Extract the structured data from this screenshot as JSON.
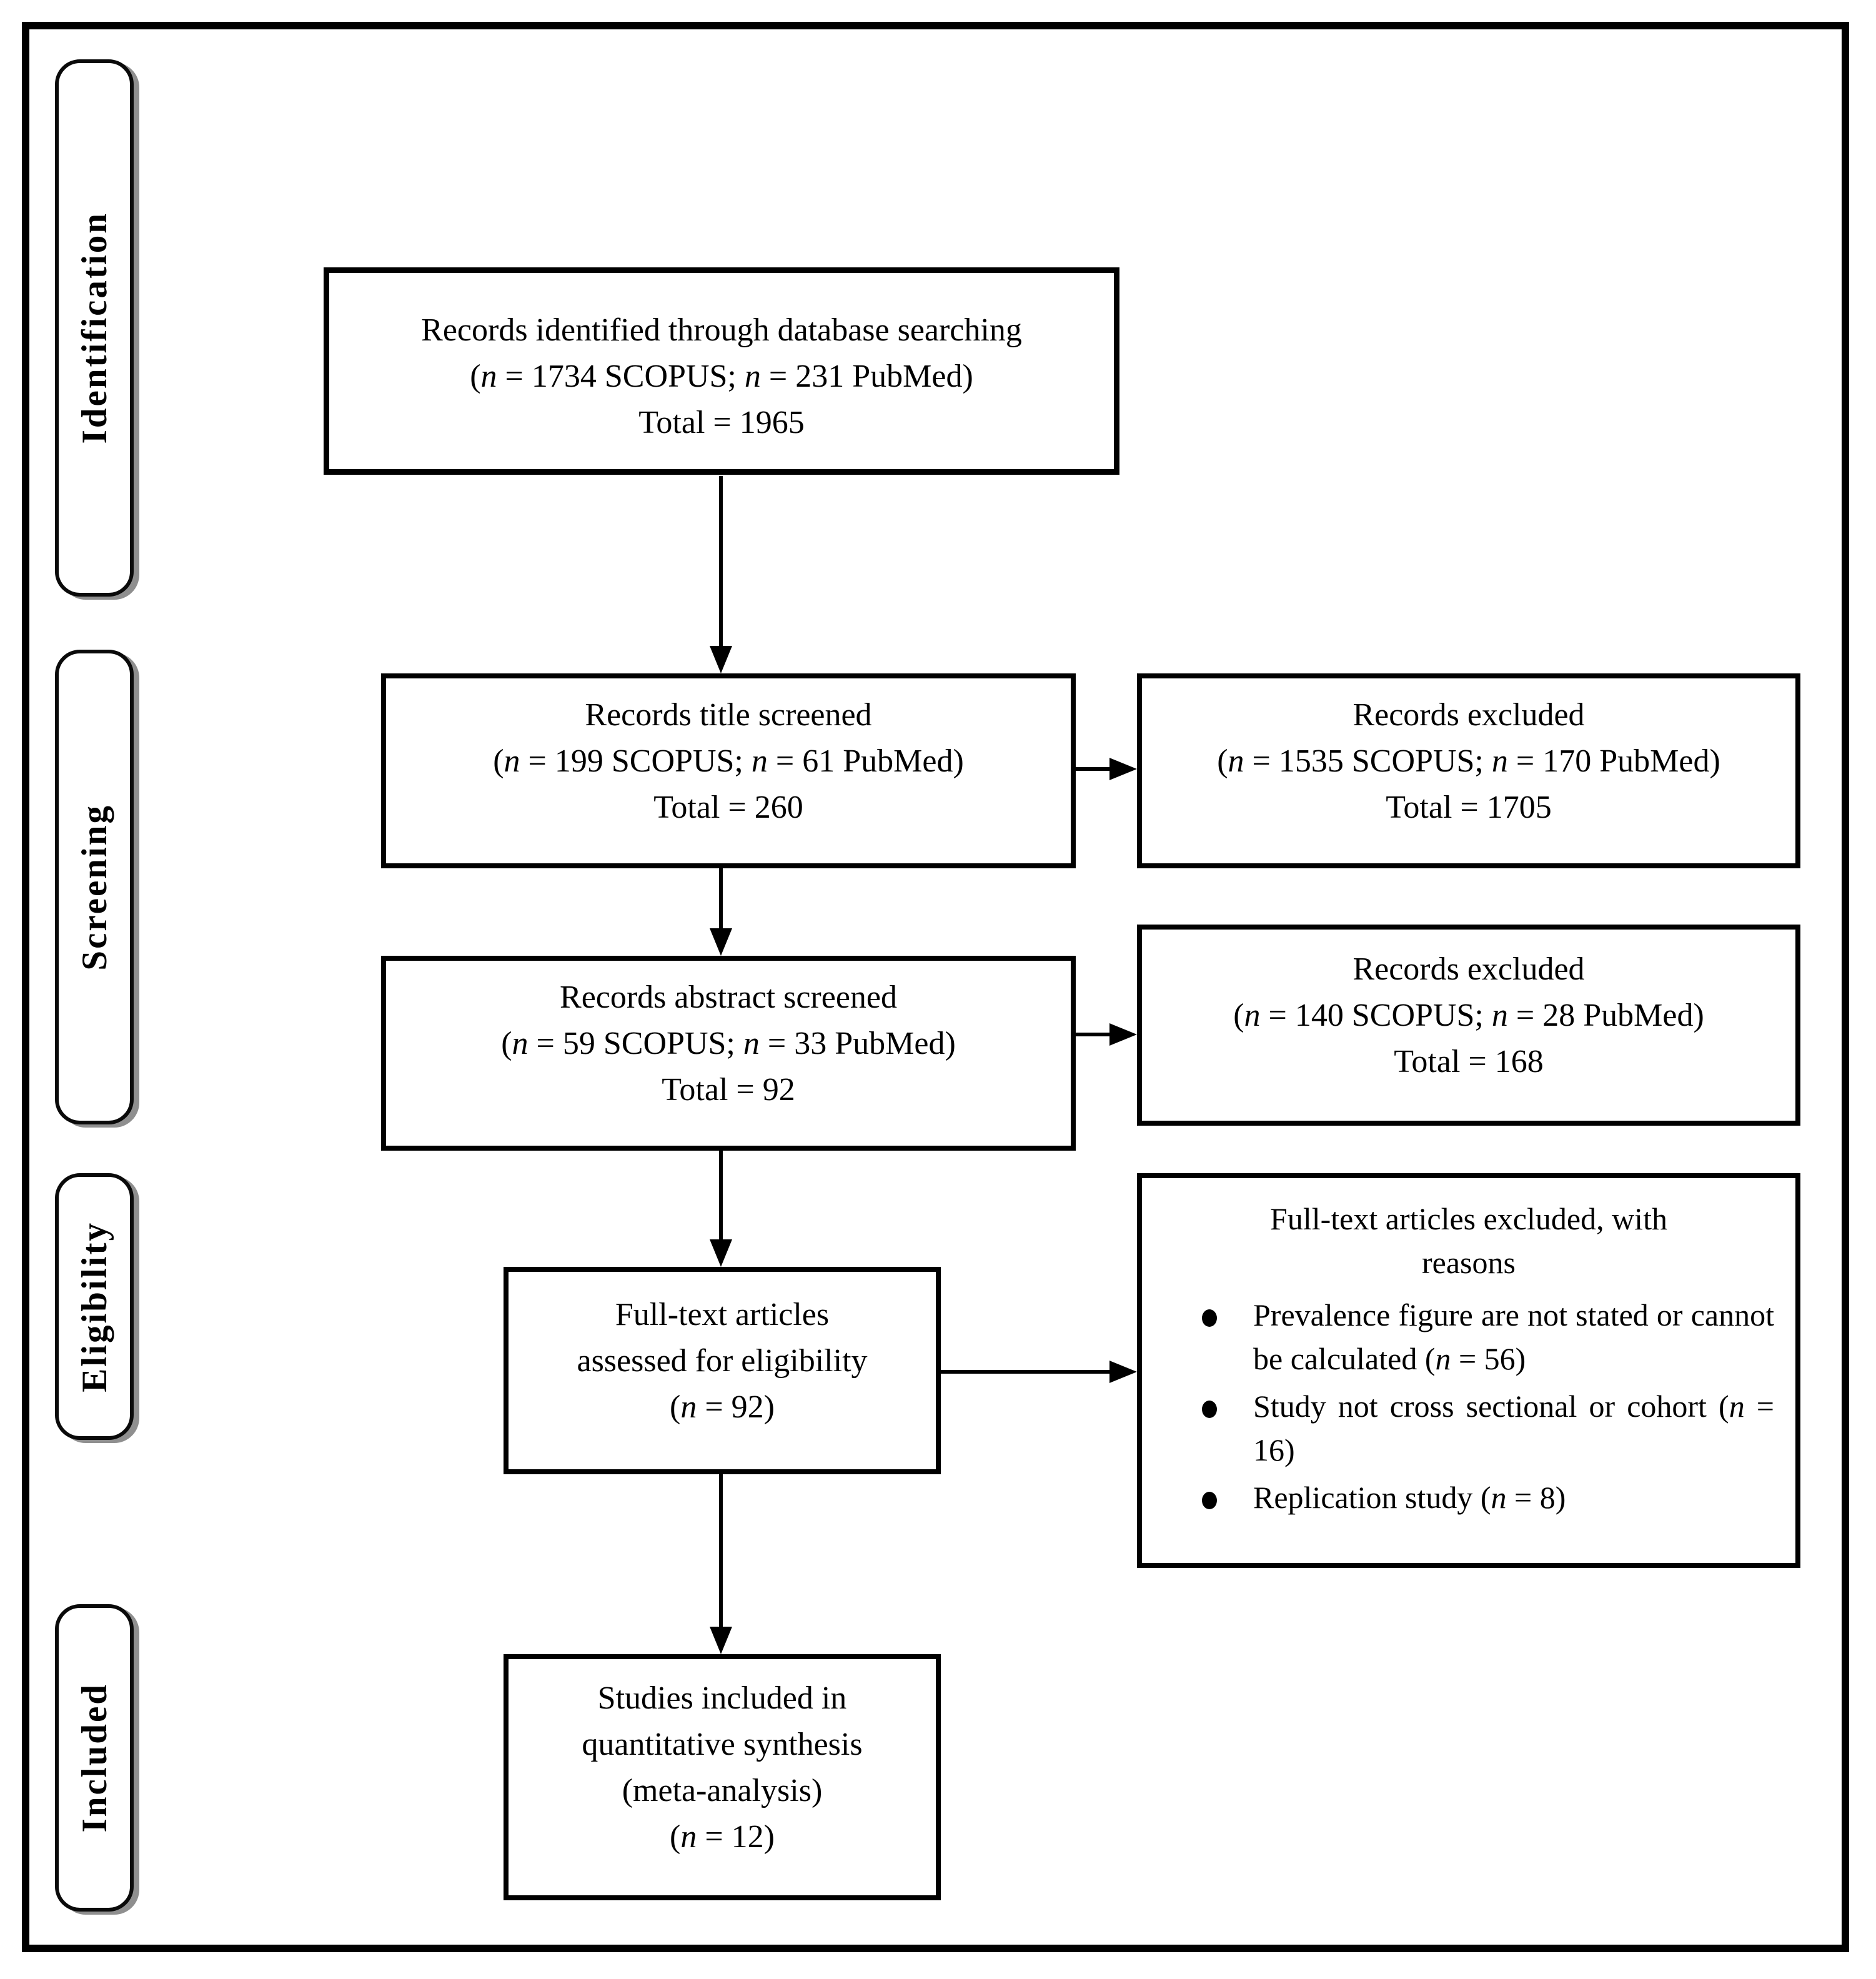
{
  "figure": {
    "stages": [
      {
        "id": "identification",
        "label": "Identification"
      },
      {
        "id": "screening",
        "label": "Screening"
      },
      {
        "id": "eligibility",
        "label": "Eligibility"
      },
      {
        "id": "included",
        "label": "Included"
      }
    ],
    "boxes": {
      "records_identified": {
        "lines": [
          "Records identified through database searching",
          "(n = 1734 SCOPUS; n = 231 PubMed)",
          "Total = 1965"
        ]
      },
      "title_screened": {
        "lines": [
          "Records title screened",
          "(n = 199 SCOPUS; n = 61 PubMed)",
          "Total = 260"
        ]
      },
      "title_excluded": {
        "lines": [
          "Records excluded",
          "(n = 1535 SCOPUS; n = 170 PubMed)",
          "Total = 1705"
        ]
      },
      "abstract_screened": {
        "lines": [
          "Records abstract screened",
          "(n = 59 SCOPUS; n = 33 PubMed)",
          "Total = 92"
        ]
      },
      "abstract_excluded": {
        "lines": [
          "Records excluded",
          "(n = 140 SCOPUS; n = 28 PubMed)",
          "Total = 168"
        ]
      },
      "fulltext_assessed": {
        "lines": [
          "Full-text articles",
          "assessed for eligibility",
          "(n = 92)"
        ]
      },
      "fulltext_excluded": {
        "title_lines": [
          "Full-text articles excluded, with",
          "reasons"
        ],
        "reasons": [
          "Prevalence figure are not stated or cannot be calculated (n = 56)",
          "Study not cross sectional or cohort (n = 16)",
          "Replication study (n = 8)"
        ]
      },
      "included_synthesis": {
        "lines": [
          "Studies included in",
          "quantitative synthesis",
          "(meta-analysis)",
          "(n = 12)"
        ]
      }
    },
    "colors": {
      "line": "#000000",
      "background": "#ffffff",
      "stage_shadow": "#8f8f8f"
    }
  }
}
